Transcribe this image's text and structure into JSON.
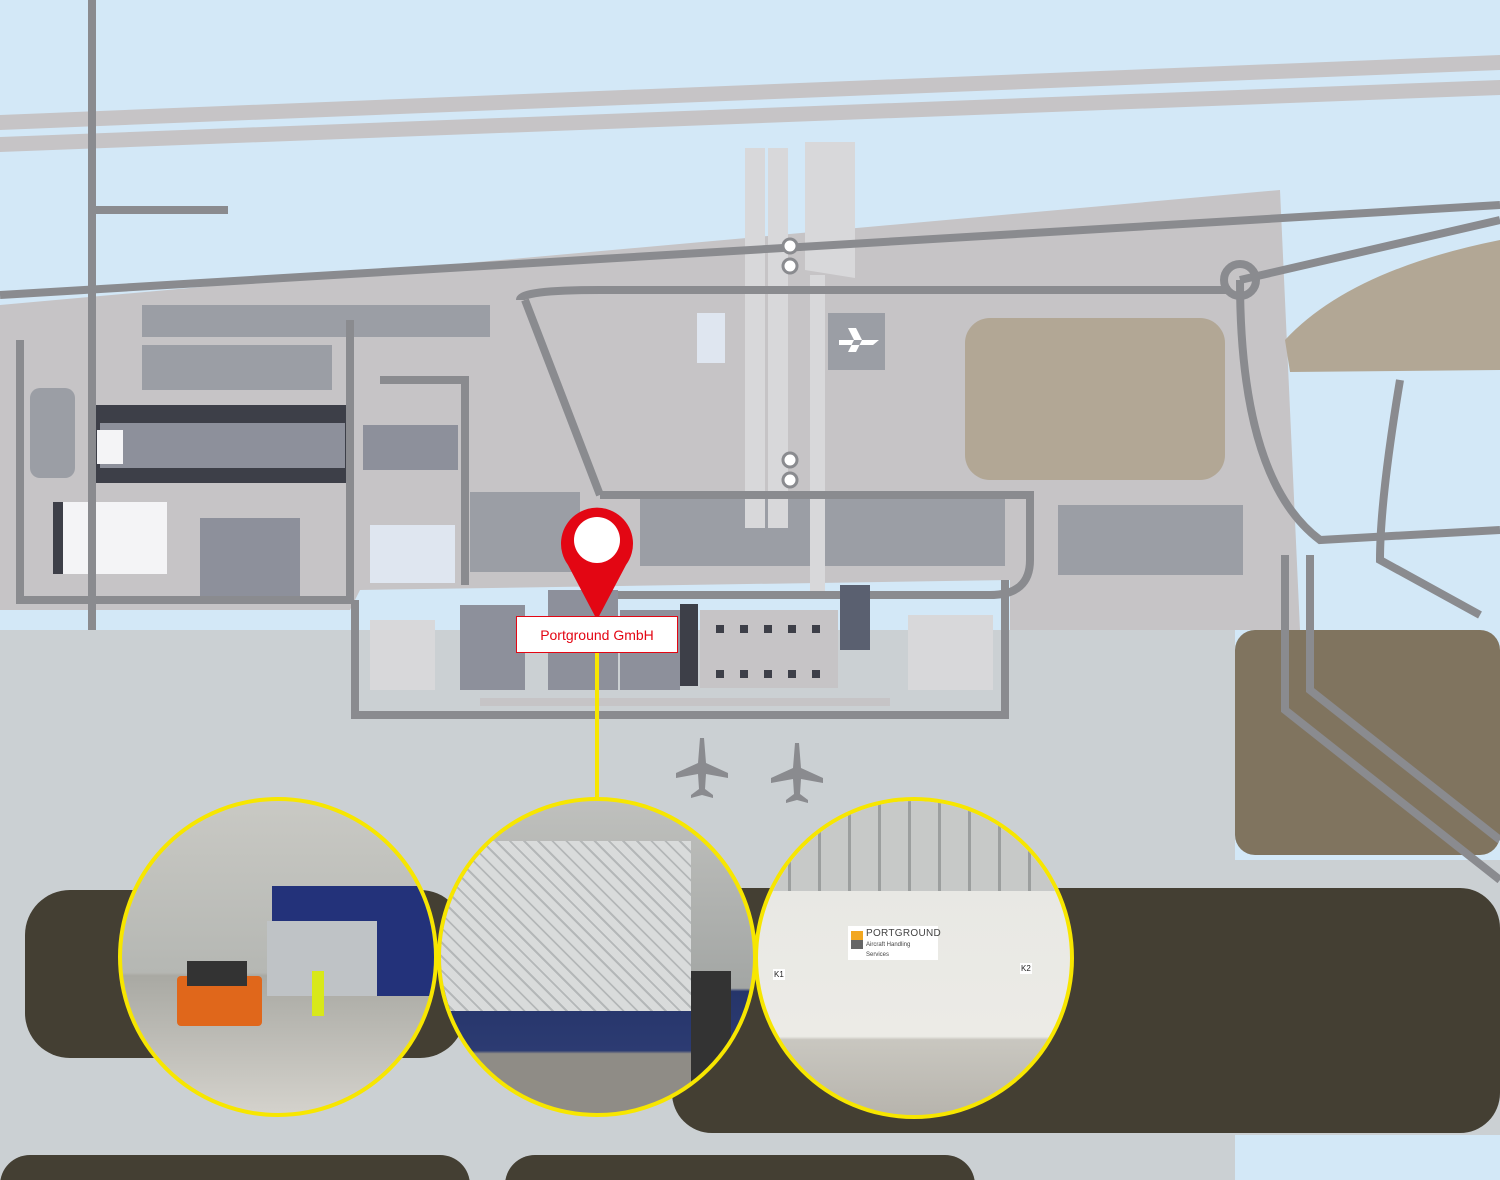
{
  "map": {
    "location_label": "Portground GmbH",
    "pin_color": "#e30613",
    "connector_color": "#f7e600",
    "icons": [
      "map-pin-icon",
      "airplane-icon"
    ]
  },
  "photos": [
    {
      "name": "photo-tug-and-cargo"
    },
    {
      "name": "photo-cargo-loading"
    },
    {
      "name": "photo-hangar-gates",
      "sign_title": "PORTGROUND",
      "sign_subtitle": "Aircraft Handling Services",
      "door_left": "K1",
      "door_right": "K2"
    }
  ]
}
